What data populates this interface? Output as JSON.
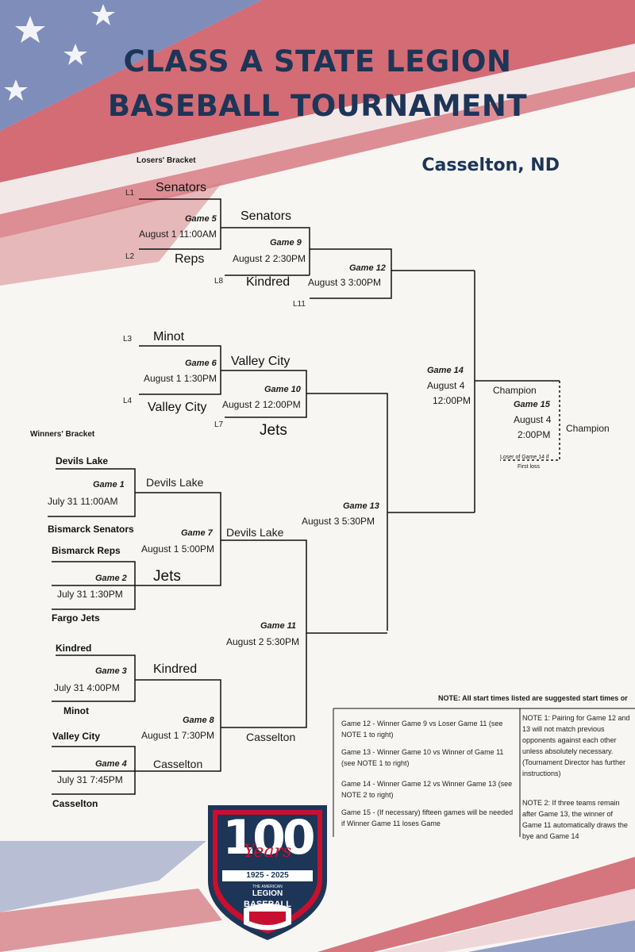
{
  "header": {
    "title_line1": "CLASS A STATE LEGION",
    "title_line2": "BASEBALL TOURNAMENT",
    "location": "Casselton, ND"
  },
  "sections": {
    "losers": "Losers' Bracket",
    "winners": "Winners' Bracket"
  },
  "slots": {
    "l1": "L1",
    "l2": "L2",
    "l3": "L3",
    "l4": "L4",
    "l7": "L7",
    "l8": "L8",
    "l11": "L11"
  },
  "winners_r1": {
    "g1_top": "Devils Lake",
    "g1_bottom": "Bismarck Senators",
    "g2_top": "Bismarck Reps",
    "g2_bottom": "Fargo Jets",
    "g3_top": "Kindred",
    "g3_bottom": "Minot",
    "g4_top": "Valley City",
    "g4_bottom": "Casselton"
  },
  "winners_r2": {
    "g1_winner": "Devils Lake",
    "g2_winner": "Jets",
    "g3_winner": "Kindred",
    "g4_winner": "Casselton"
  },
  "winners_r3": {
    "g7_winner": "Devils Lake",
    "g8_winner": "Casselton"
  },
  "losers_teams": {
    "l1": "Senators",
    "l2": "Reps",
    "g5_winner": "Senators",
    "l8": "Kindred",
    "l3": "Minot",
    "l4": "Valley City",
    "g6_winner": "Valley City",
    "l7": "Jets"
  },
  "games": {
    "g1": {
      "name": "Game 1",
      "time": "July 31   11:00AM"
    },
    "g2": {
      "name": "Game 2",
      "time": "July 31   1:30PM"
    },
    "g3": {
      "name": "Game 3",
      "time": "July 31   4:00PM"
    },
    "g4": {
      "name": "Game 4",
      "time": "July 31   7:45PM"
    },
    "g5": {
      "name": "Game 5",
      "time": "August 1 11:00AM"
    },
    "g6": {
      "name": "Game 6",
      "time": "August 1 1:30PM"
    },
    "g7": {
      "name": "Game 7",
      "time": "August 1 5:00PM"
    },
    "g8": {
      "name": "Game 8",
      "time": "August 1 7:30PM"
    },
    "g9": {
      "name": "Game 9",
      "time": "August 2  2:30PM"
    },
    "g10": {
      "name": "Game 10",
      "time": "August 2  12:00PM"
    },
    "g11": {
      "name": "Game 11",
      "time": "August 2  5:30PM"
    },
    "g12": {
      "name": "Game 12",
      "time": "August 3   3:00PM"
    },
    "g13": {
      "name": "Game 13",
      "time": "August 3 5:30PM"
    },
    "g14": {
      "name": "Game 14",
      "date": "August 4",
      "time": "12:00PM"
    },
    "g15": {
      "name": "Game 15",
      "date": "August 4",
      "time": "2:00PM"
    }
  },
  "final": {
    "champion_top": "Champion",
    "champion_right": "Champion",
    "loser_note_1": "Loser of Game 14 if",
    "loser_note_2": "First loss"
  },
  "notes": {
    "header": "NOTE: All start times listed are suggested start times or",
    "left": [
      "Game 12 - Winner Game 9 vs Loser Game 11 (see NOTE 1 to right)",
      "Game 13 - Winner Game 10 vs Winner of Game 11 (see NOTE 1 to right)",
      "Game 14 - Winner Game 12 vs Winner Game 13 (see NOTE 2 to right)",
      "Game 15 - (If necessary) fifteen games will be needed if Winner Game 11 loses Game"
    ],
    "right": [
      "NOTE 1: Pairing for Game 12 and 13 will not match previous opponents against each other unless absolutely necessary. (Tournament Director has further instructions)",
      "NOTE 2: If three teams remain after Game 13, the winner of Game 11 automatically draws the bye and Game 14"
    ]
  },
  "logo": {
    "number": "100",
    "script": "Years",
    "years": "1925 - 2025",
    "org_small": "THE AMERICAN",
    "org": "LEGION",
    "sport": "BASEBALL"
  },
  "colors": {
    "navy": "#1d3557",
    "red": "#c8102e",
    "flag_red": "#c94a55"
  }
}
